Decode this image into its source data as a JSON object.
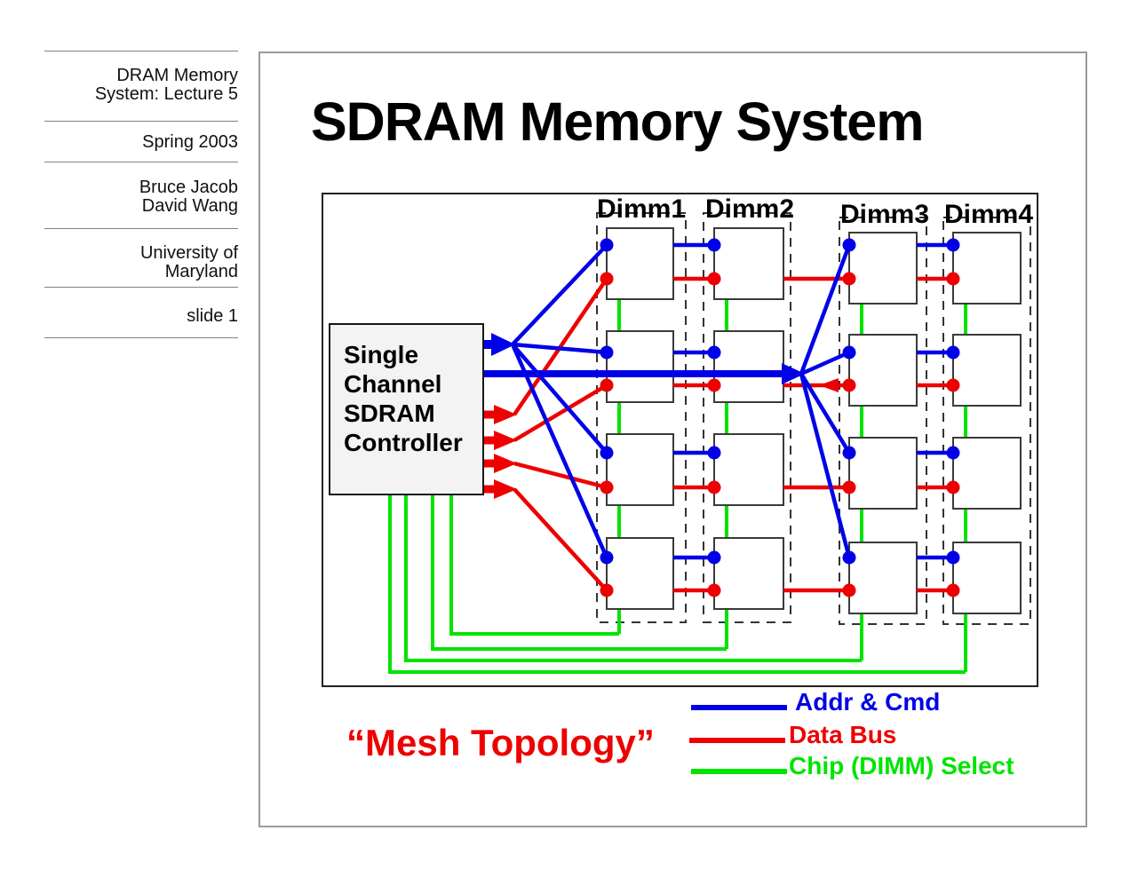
{
  "sidebar": {
    "course": "DRAM Memory System: Lecture 5",
    "term": "Spring 2003",
    "author1": "Bruce Jacob",
    "author2": "David Wang",
    "institution": "University of Maryland",
    "slide_label": "slide 1"
  },
  "header": {
    "title": "SDRAM Memory System"
  },
  "diagram": {
    "controller": {
      "lines": [
        "Single",
        "Channel",
        "SDRAM",
        "Controller"
      ]
    },
    "dimms": [
      {
        "label": "Dimm1"
      },
      {
        "label": "Dimm2"
      },
      {
        "label": "Dimm3"
      },
      {
        "label": "Dimm4"
      }
    ],
    "caption": "“Mesh Topology”",
    "legend": [
      {
        "label": "Addr & Cmd",
        "color": "#0000e8"
      },
      {
        "label": "Data Bus",
        "color": "#ee0000"
      },
      {
        "label": "Chip (DIMM) Select",
        "color": "#00e400"
      }
    ]
  },
  "colors": {
    "addr-cmd": "#0000e8",
    "data-bus": "#ee0000",
    "chip-select": "#00e400"
  }
}
